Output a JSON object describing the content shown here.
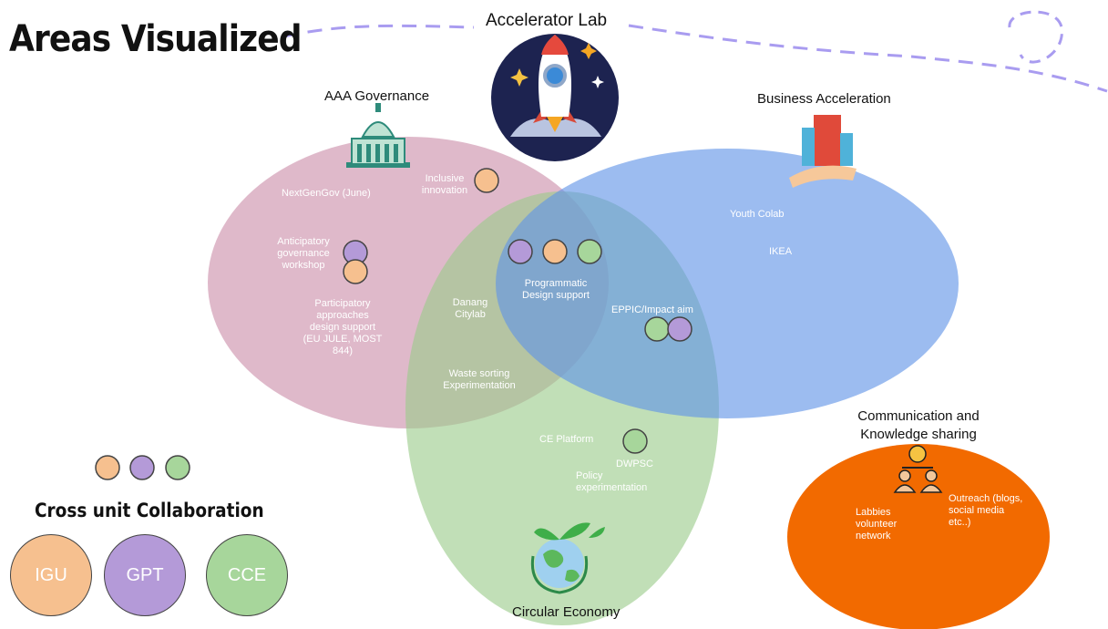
{
  "title": "Areas Visualized",
  "center_label": "Accelerator Lab",
  "areas": {
    "governance": "AAA Governance",
    "business": "Business Acceleration",
    "circular": "Circular Economy",
    "communication": "Communication and Knowledge sharing"
  },
  "items": {
    "nextgengov": "NextGenGov (June)",
    "inclusive": "Inclusive innovation",
    "anticipatory": "Anticipatory governance workshop",
    "participatory": "Participatory approaches design support (EU JULE, MOST 844)",
    "danang": "Danang Citylab",
    "waste": "Waste sorting Experimentation",
    "programmatic": "Programmatic Design support",
    "youth": "Youth Colab",
    "ikea": "IKEA",
    "eppic": "EPPIC/Impact aim",
    "ce_platform": "CE Platform",
    "dwpsc": "DWPSC",
    "policy": "Policy experimentation",
    "labbies": "Labbies volunteer network",
    "outreach": "Outreach (blogs, social media etc..)"
  },
  "collaboration": {
    "title": "Cross unit Collaboration",
    "units": [
      "IGU",
      "GPT",
      "CCE"
    ]
  },
  "colors": {
    "governance": "#d9a5bb",
    "business": "#7aa6ea",
    "circular": "#a9d39c",
    "communication": "#f26a00",
    "igu": "#f6c08f",
    "gpt": "#b49ad8",
    "cce": "#a7d69b",
    "dashes": "#a99cf0"
  },
  "icons": [
    "rocket-icon",
    "capitol-building-icon",
    "city-hand-icon",
    "globe-plant-icon",
    "team-idea-icon"
  ]
}
